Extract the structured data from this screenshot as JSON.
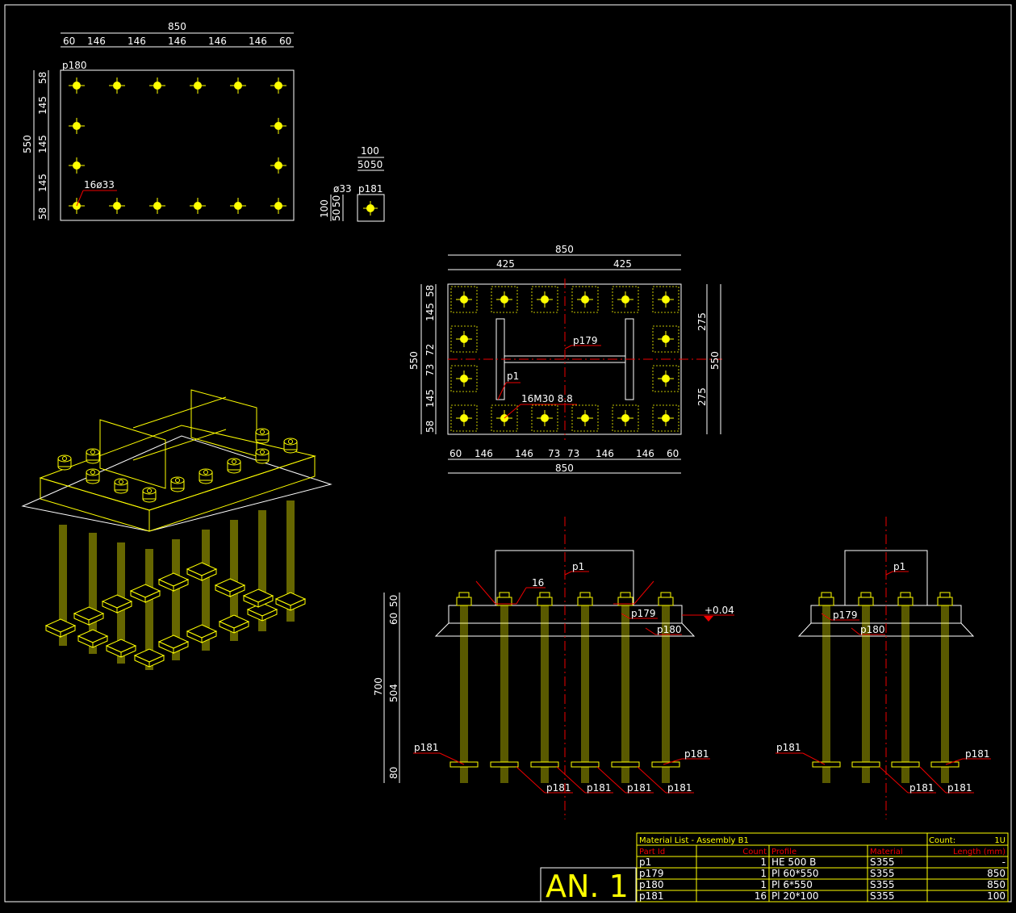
{
  "plan": {
    "plate_id": "p180",
    "width_dim": "850",
    "spacing_dims": [
      "60",
      "146",
      "146",
      "146",
      "146",
      "146",
      "60"
    ],
    "vert_total": "550",
    "vert_dims": [
      "58",
      "145",
      "145",
      "145",
      "58"
    ],
    "hole_note": "16ø33"
  },
  "washer": {
    "id": "p181",
    "width_dim": "100",
    "half_dims": [
      "50",
      "50"
    ],
    "hole": "ø33",
    "vert_total": "100",
    "vert_dims": [
      "50",
      "50"
    ]
  },
  "base": {
    "top_total": "850",
    "top_halves": [
      "425",
      "425"
    ],
    "column_id": "p179",
    "profile_id": "p1",
    "bolts": "16M30 8.8",
    "left_total": "550",
    "left_dims": [
      "58",
      "145",
      "72",
      "73",
      "145",
      "58"
    ],
    "right_total": "550",
    "right_dims": [
      "275",
      "275"
    ],
    "bottom_dims": [
      "60",
      "146",
      "146",
      "73",
      "73",
      "146",
      "146",
      "60"
    ],
    "bottom_total": "850"
  },
  "front": {
    "p1": "p1",
    "weld": "16",
    "p179": "p179",
    "p180": "p180",
    "level": "+0.04",
    "total": "700",
    "dims": [
      "50",
      "60",
      "504",
      "80"
    ],
    "p181_left": "p181",
    "p181_right": "p181",
    "p181_labels": [
      "p181",
      "p181",
      "p181",
      "p181"
    ]
  },
  "side": {
    "p1": "p1",
    "p179": "p179",
    "p180": "p180",
    "p181_left": "p181",
    "p181_right": "p181",
    "p181_labels": [
      "p181",
      "p181"
    ]
  },
  "table": {
    "title": "Material List - Assembly B1",
    "count_label": "Count:",
    "count_value": "1U",
    "headers": [
      "Part Id",
      "Count",
      "Profile",
      "Material",
      "Length (mm)"
    ],
    "rows": [
      [
        "p1",
        "1",
        "HE 500 B",
        "S355",
        "-"
      ],
      [
        "p179",
        "1",
        "Pl 60*550",
        "S355",
        "850"
      ],
      [
        "p180",
        "1",
        "Pl 6*550",
        "S355",
        "850"
      ],
      [
        "p181",
        "16",
        "Pl 20*100",
        "S355",
        "100"
      ]
    ]
  },
  "sheet_id": "AN. 1",
  "colors": {
    "background": "#000000",
    "geometry": "#ffff00",
    "annotation": "#ffffff",
    "leader": "#e00000"
  }
}
